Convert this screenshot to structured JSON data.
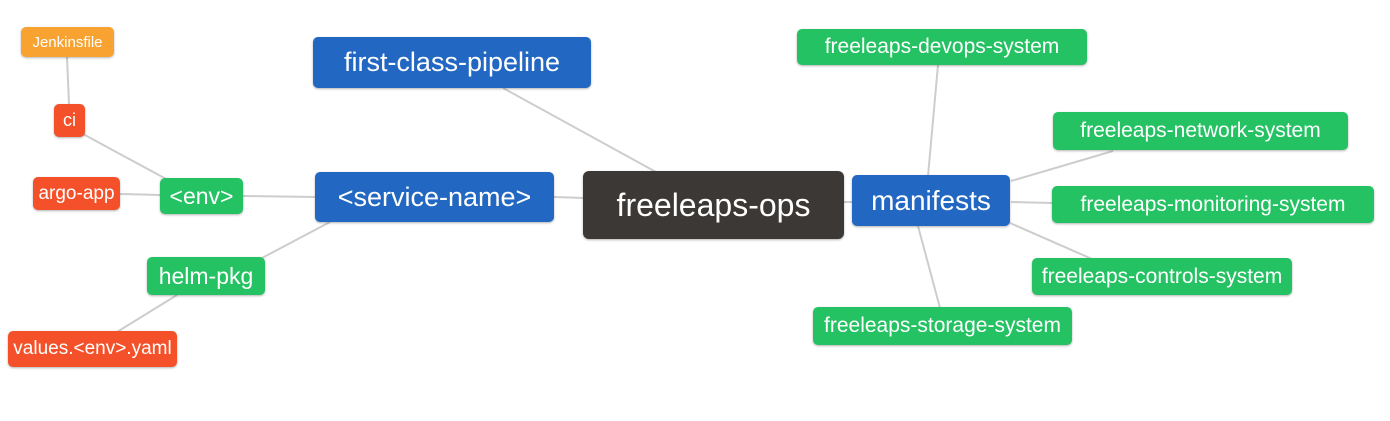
{
  "diagram": {
    "type": "mindmap",
    "root_label": "freeleaps-ops",
    "palette": {
      "blue": "#2267c1",
      "green": "#25c263",
      "orange": "#f8a331",
      "red_orange": "#f4512a",
      "dark": "#3c3835",
      "node_text": "#ffffff",
      "connector": "#cdcdcd",
      "background": "#ffffff"
    },
    "nodes": {
      "jenkinsfile": {
        "label": "Jenkinsfile",
        "color": "#f8a331"
      },
      "ci": {
        "label": "ci",
        "color": "#f4512a"
      },
      "argo_app": {
        "label": "argo-app",
        "color": "#f4512a"
      },
      "env": {
        "label": "<env>",
        "color": "#25c263"
      },
      "helm_pkg": {
        "label": "helm-pkg",
        "color": "#25c263"
      },
      "values_env_yaml": {
        "label": "values.<env>.yaml",
        "color": "#f4512a"
      },
      "first_class_pipeline": {
        "label": "first-class-pipeline",
        "color": "#2267c1"
      },
      "service_name": {
        "label": "<service-name>",
        "color": "#2267c1"
      },
      "freeleaps_ops": {
        "label": "freeleaps-ops",
        "color": "#3c3835"
      },
      "manifests": {
        "label": "manifests",
        "color": "#2267c1"
      },
      "devops_system": {
        "label": "freeleaps-devops-system",
        "color": "#25c263"
      },
      "network_system": {
        "label": "freeleaps-network-system",
        "color": "#25c263"
      },
      "monitoring_system": {
        "label": "freeleaps-monitoring-system",
        "color": "#25c263"
      },
      "controls_system": {
        "label": "freeleaps-controls-system",
        "color": "#25c263"
      },
      "storage_system": {
        "label": "freeleaps-storage-system",
        "color": "#25c263"
      }
    },
    "edges": [
      {
        "from": "jenkinsfile",
        "to": "ci"
      },
      {
        "from": "ci",
        "to": "env"
      },
      {
        "from": "argo_app",
        "to": "env"
      },
      {
        "from": "env",
        "to": "service_name"
      },
      {
        "from": "service_name",
        "to": "helm_pkg"
      },
      {
        "from": "helm_pkg",
        "to": "values_env_yaml"
      },
      {
        "from": "first_class_pipeline",
        "to": "freeleaps_ops"
      },
      {
        "from": "service_name",
        "to": "freeleaps_ops"
      },
      {
        "from": "freeleaps_ops",
        "to": "manifests"
      },
      {
        "from": "manifests",
        "to": "devops_system"
      },
      {
        "from": "manifests",
        "to": "network_system"
      },
      {
        "from": "manifests",
        "to": "monitoring_system"
      },
      {
        "from": "manifests",
        "to": "controls_system"
      },
      {
        "from": "manifests",
        "to": "storage_system"
      }
    ]
  }
}
